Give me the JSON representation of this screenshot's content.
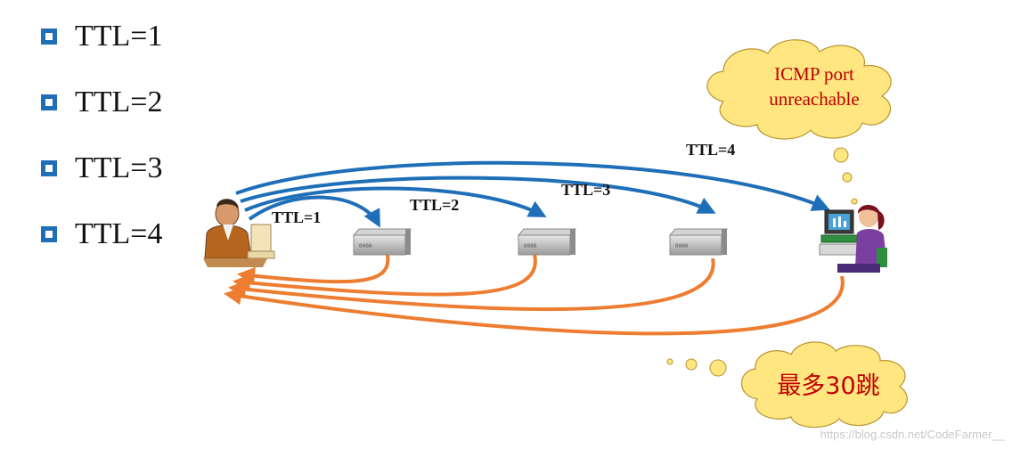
{
  "bullets": [
    {
      "label": "TTL=1"
    },
    {
      "label": "TTL=2"
    },
    {
      "label": "TTL=3"
    },
    {
      "label": "TTL=4"
    }
  ],
  "arrows": {
    "ttl1": "TTL=1",
    "ttl2": "TTL=2",
    "ttl3": "TTL=3",
    "ttl4": "TTL=4"
  },
  "clouds": {
    "top_line1": "ICMP port",
    "top_line2": "unreachable",
    "bottom": "最多30跳"
  },
  "watermark": "https://blog.csdn.net/CodeFarmer__",
  "colors": {
    "forward_arrow": "#1f6fb8",
    "return_arrow": "#ed7d31",
    "bullet": "#1f6fb8",
    "cloud_fill": "#ffe680",
    "cloud_text": "#c00000"
  }
}
